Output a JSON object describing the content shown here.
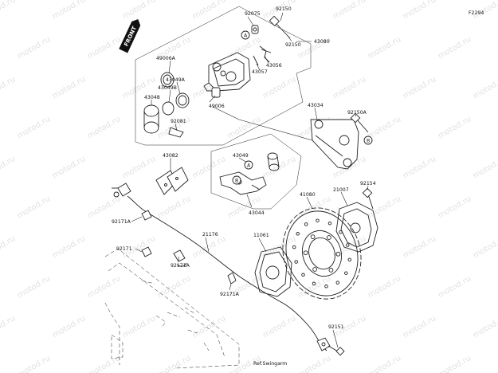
{
  "diagram": {
    "figure_code": "F2294",
    "front_label": "FRONT",
    "reference_note": "Ref.Swingarm",
    "watermark": "motod.ru",
    "parts": [
      {
        "id": "p-92075",
        "label": "92075"
      },
      {
        "id": "p-92150-top",
        "label": "92150"
      },
      {
        "id": "p-92150-mid",
        "label": "92150"
      },
      {
        "id": "p-43080",
        "label": "43080"
      },
      {
        "id": "p-49006a",
        "label": "49006A"
      },
      {
        "id": "p-43049a",
        "label": "43049A"
      },
      {
        "id": "p-43049b",
        "label": "43049B"
      },
      {
        "id": "p-43056",
        "label": "43056"
      },
      {
        "id": "p-43057",
        "label": "43057"
      },
      {
        "id": "p-43048",
        "label": "43048"
      },
      {
        "id": "p-49006",
        "label": "49006"
      },
      {
        "id": "p-92081",
        "label": "92081"
      },
      {
        "id": "p-43034",
        "label": "43034"
      },
      {
        "id": "p-92150a",
        "label": "92150A"
      },
      {
        "id": "p-43082",
        "label": "43082"
      },
      {
        "id": "p-43049",
        "label": "43049"
      },
      {
        "id": "p-43044",
        "label": "43044"
      },
      {
        "id": "p-41080",
        "label": "41080"
      },
      {
        "id": "p-21007",
        "label": "21007"
      },
      {
        "id": "p-92154",
        "label": "92154"
      },
      {
        "id": "p-92171a-1",
        "label": "92171A"
      },
      {
        "id": "p-21176",
        "label": "21176"
      },
      {
        "id": "p-11061",
        "label": "11061"
      },
      {
        "id": "p-92171",
        "label": "92171"
      },
      {
        "id": "p-92171a-2",
        "label": "92171A"
      },
      {
        "id": "p-92171a-3",
        "label": "92171A"
      },
      {
        "id": "p-92151",
        "label": "92151"
      }
    ],
    "callouts": [
      {
        "id": "c-a-1",
        "label": "A"
      },
      {
        "id": "c-b-1",
        "label": "B"
      },
      {
        "id": "c-a-2",
        "label": "A"
      },
      {
        "id": "c-b-2",
        "label": "B"
      }
    ]
  }
}
